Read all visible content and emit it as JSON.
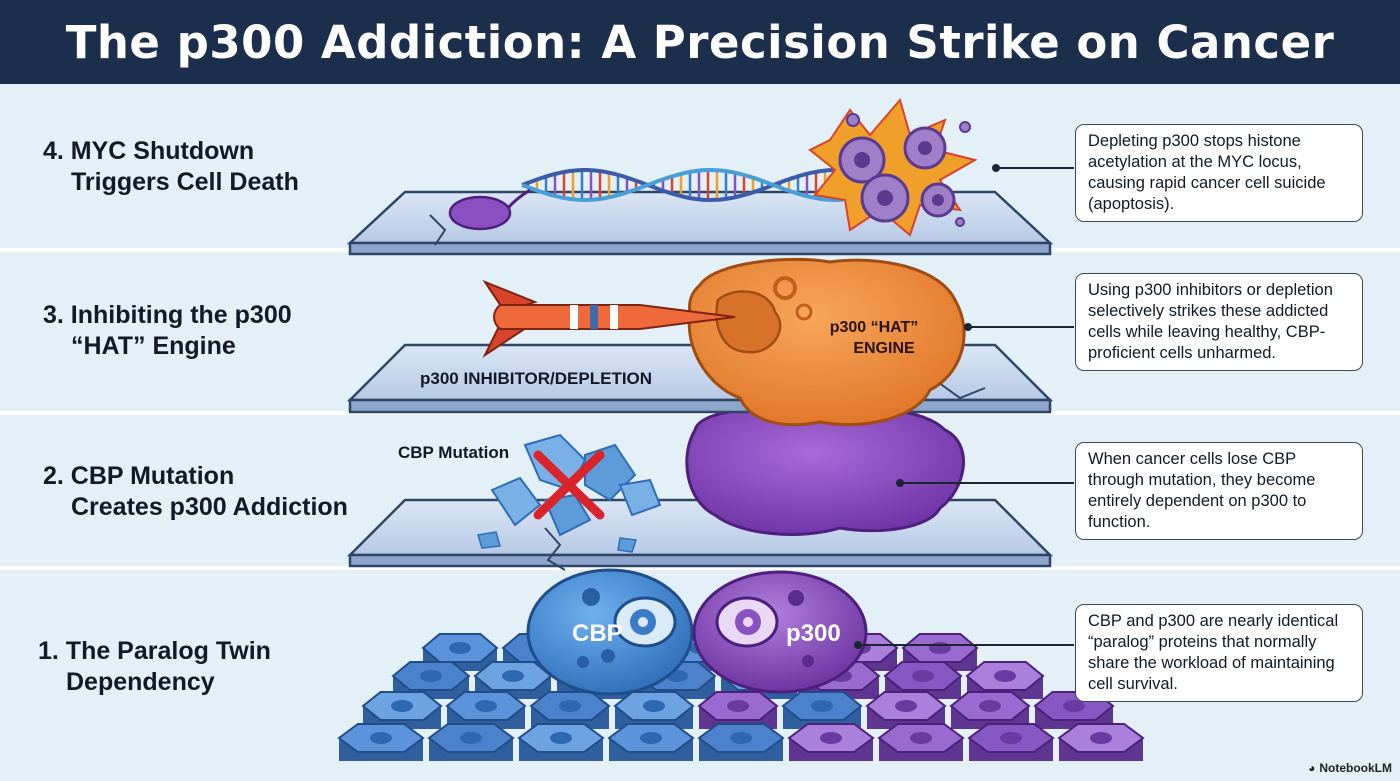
{
  "title": "The p300 Addiction: A Precision Strike on Cancer",
  "steps": [
    {
      "title_line1": "4. MYC Shutdown",
      "title_line2": "Triggers Cell Death",
      "callout": "Depleting p300 stops histone acetylation at the MYC locus, causing rapid cancer cell suicide (apoptosis)."
    },
    {
      "title_line1": "3. Inhibiting the p300",
      "title_line2": "“HAT” Engine",
      "callout": "Using p300 inhibitors or depletion selectively strikes these addicted cells while leaving healthy, CBP-proficient cells unharmed."
    },
    {
      "title_line1": "2. CBP Mutation",
      "title_line2": "Creates p300 Addiction",
      "callout": "When cancer cells lose CBP through mutation, they become entirely dependent on p300 to function."
    },
    {
      "title_line1": "1. The Paralog Twin",
      "title_line2": "Dependency",
      "callout": "CBP and p300 are nearly identical “paralog” proteins that normally share the workload of maintaining cell survival."
    }
  ],
  "labels": {
    "hat_engine_line1": "p300 “HAT”",
    "hat_engine_line2": "ENGINE",
    "inhibitor": "p300 INHIBITOR/DEPLETION",
    "cbp_mutation": "CBP Mutation",
    "cbp": "CBP",
    "p300": "p300"
  },
  "footer": {
    "brand": "NotebookLM"
  },
  "colors": {
    "header_bg": "#1b2e4b",
    "band_bg": "#e3f0f8",
    "cbp_blue": "#3f86cf",
    "p300_purple": "#8e4fc0",
    "engine_orange": "#ee8a3b",
    "dart_red": "#d8432c"
  }
}
